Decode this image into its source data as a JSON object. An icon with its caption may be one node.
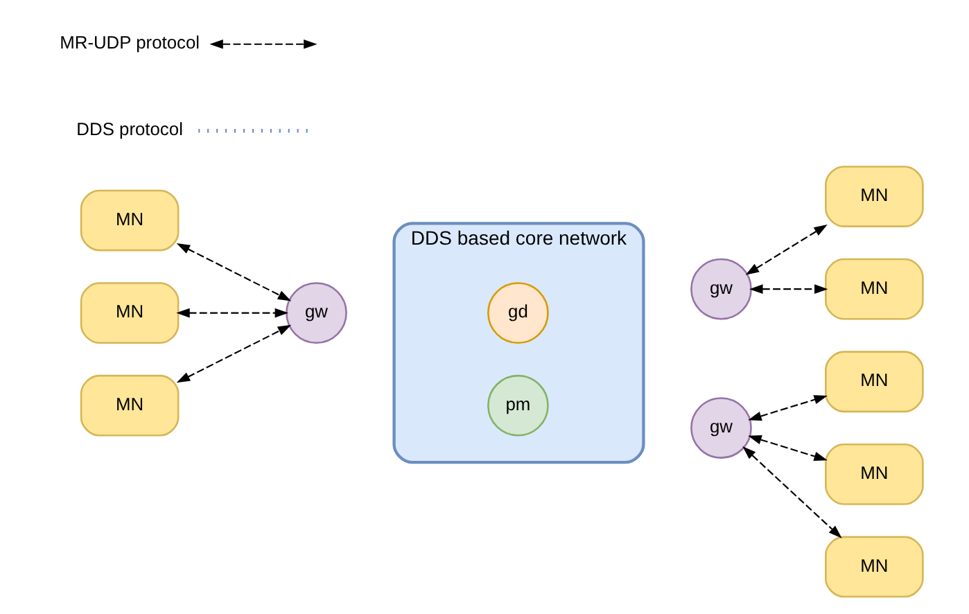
{
  "diagram": {
    "nodes": [
      {
        "text": [
          "DDS based core network"
        ]
      },
      {
        "text": [
          "gd"
        ],
        "in": 0
      },
      {
        "text": [
          "pm"
        ],
        "in": 0
      },
      {
        "text": [
          "gw"
        ]
      },
      {
        "text": [
          "gw"
        ]
      },
      {
        "text": [
          "gw"
        ]
      },
      {
        "text": [
          "MN"
        ]
      },
      {
        "text": [
          "MN"
        ]
      },
      {
        "text": [
          "MN"
        ]
      },
      {
        "text": [
          "MN"
        ]
      },
      {
        "text": [
          "MN"
        ]
      },
      {
        "text": [
          "MN"
        ]
      },
      {
        "text": [
          "MN"
        ]
      },
      {
        "text": [
          "MN"
        ]
      }
    ],
    "edges": [
      {
        "from": 6,
        "to": 3,
        "arrow": "both",
        "style": "dashed"
      },
      {
        "from": 7,
        "to": 3,
        "arrow": "both",
        "style": "dashed"
      },
      {
        "from": 8,
        "to": 3,
        "arrow": "both",
        "style": "dashed"
      },
      {
        "from": 9,
        "to": 4,
        "arrow": "both",
        "style": "dashed"
      },
      {
        "from": 10,
        "to": 4,
        "arrow": "both",
        "style": "dashed"
      },
      {
        "from": 11,
        "to": 5,
        "arrow": "both",
        "style": "dashed"
      },
      {
        "from": 12,
        "to": 5,
        "arrow": "both",
        "style": "dashed"
      },
      {
        "from": 13,
        "to": 5,
        "arrow": "both",
        "style": "dashed"
      }
    ],
    "legend": [
      {
        "text": "MR-UDP protocol"
      },
      {
        "text": "DDS protocol"
      }
    ]
  }
}
